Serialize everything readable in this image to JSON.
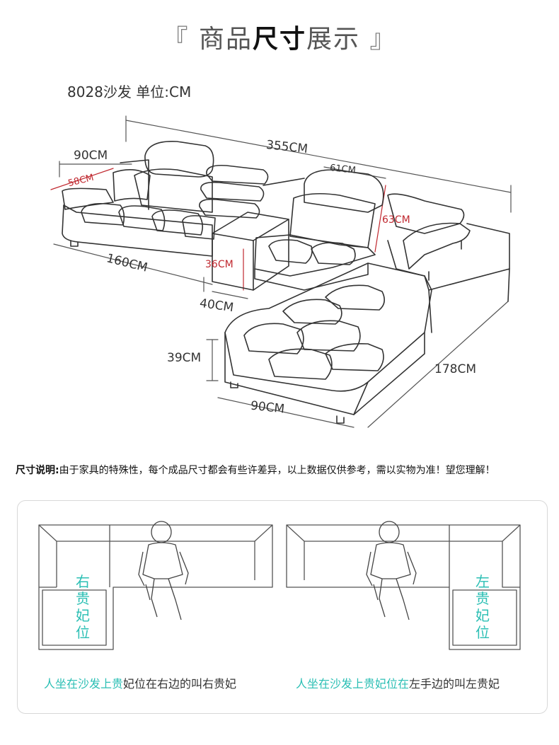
{
  "header": {
    "bracket_left": "『",
    "title_a": "商品",
    "title_b": "尺寸",
    "title_c": "展示",
    "bracket_right": "』"
  },
  "model_label": "8028沙发 单位:CM",
  "dimensions": {
    "d90_top": "90CM",
    "d58": "58CM",
    "d355": "355CM",
    "d61": "61CM",
    "d63": "63CM",
    "d160": "160CM",
    "d36": "36CM",
    "d40": "40CM",
    "d39": "39CM",
    "d178": "178CM",
    "d90_bottom": "90CM"
  },
  "note": {
    "label": "尺寸说明:",
    "text": "由于家具的特殊性，每个成品尺寸都会有些许差异，以上数据仅供参考，需以实物为准！望您理解！"
  },
  "guide": {
    "left_vertical": [
      "右",
      "贵",
      "妃",
      "位"
    ],
    "right_vertical": [
      "左",
      "贵",
      "妃",
      "位"
    ],
    "left_caption_teal": "人坐在沙发上贵",
    "left_caption_dark": "妃位在右边的叫右贵妃",
    "right_caption_teal": "人坐在沙发上贵妃位在",
    "right_caption_dark": "左手边的叫左贵妃"
  },
  "colors": {
    "red_dim": "#c0282f",
    "teal": "#2bbfb4"
  }
}
